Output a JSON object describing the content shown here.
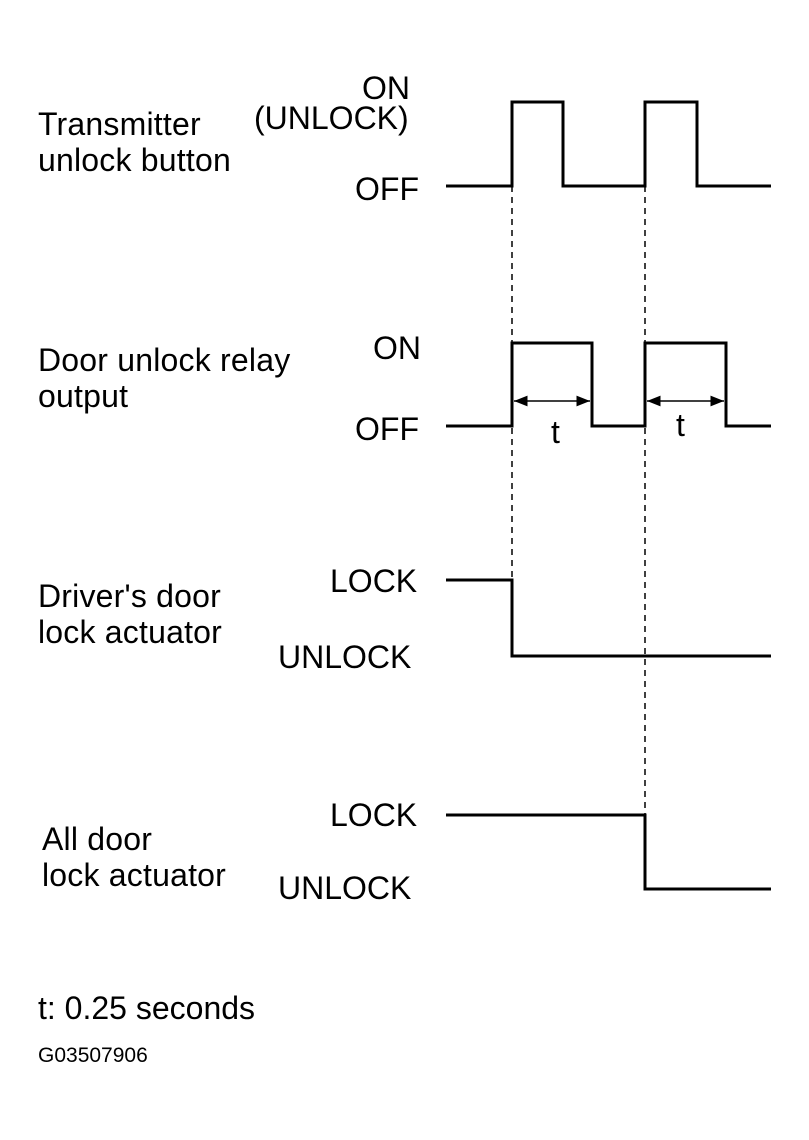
{
  "signals": [
    {
      "label": "Transmitter\nunlock button",
      "states": {
        "high": "ON",
        "high_sub": "(UNLOCK)",
        "low": "OFF"
      }
    },
    {
      "label": "Door unlock relay\noutput",
      "states": {
        "high": "ON",
        "low": "OFF"
      }
    },
    {
      "label": "Driver's door\nlock actuator",
      "states": {
        "high": "LOCK",
        "low": "UNLOCK"
      }
    },
    {
      "label": "All door\nlock actuator",
      "states": {
        "high": "LOCK",
        "low": "UNLOCK"
      }
    }
  ],
  "duration_label": "t",
  "note": "t: 0.25 seconds",
  "figure_code": "G03507906",
  "colors": {
    "line": "#000000",
    "background": "#ffffff"
  }
}
